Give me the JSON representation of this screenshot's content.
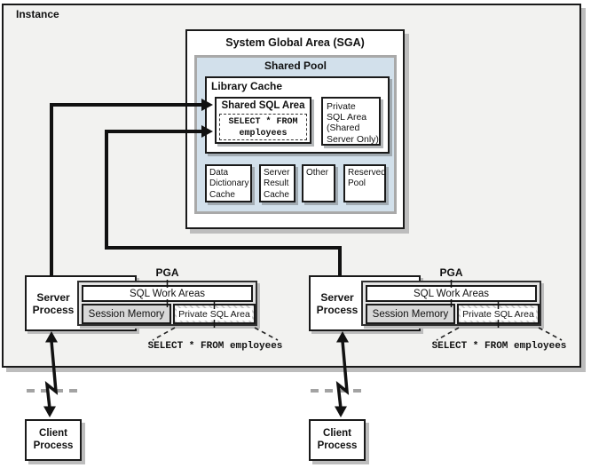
{
  "instance_label": "Instance",
  "sga": {
    "title": "System Global Area (SGA)",
    "shared_pool": {
      "title": "Shared Pool",
      "library_cache": {
        "title": "Library Cache",
        "shared_sql_area": {
          "title": "Shared SQL Area",
          "query_line1": "SELECT * FROM",
          "query_line2": "employees"
        },
        "private_sql_area": {
          "lines": [
            "Private",
            "SQL Area",
            "(Shared",
            "Server Only)"
          ]
        }
      },
      "boxes": [
        {
          "lines": [
            "Data",
            "Dictionary",
            "Cache"
          ]
        },
        {
          "lines": [
            "Server",
            "Result",
            "Cache"
          ]
        },
        {
          "lines": [
            "Other"
          ]
        },
        {
          "lines": [
            "Reserved",
            "Pool"
          ]
        }
      ]
    }
  },
  "sessions": [
    {
      "server_process": {
        "line1": "Server",
        "line2": "Process"
      },
      "pga": {
        "label": "PGA",
        "sql_work_areas": "SQL Work Areas",
        "session_memory": "Session Memory",
        "private_sql_area": "Private SQL Area"
      },
      "query": "SELECT * FROM employees",
      "client_process": {
        "line1": "Client",
        "line2": "Process"
      }
    },
    {
      "server_process": {
        "line1": "Server",
        "line2": "Process"
      },
      "pga": {
        "label": "PGA",
        "sql_work_areas": "SQL Work Areas",
        "session_memory": "Session Memory",
        "private_sql_area": "Private SQL Area"
      },
      "query": "SELECT * FROM employees",
      "client_process": {
        "line1": "Client",
        "line2": "Process"
      }
    }
  ],
  "colors": {
    "box_border": "#1a1a1a",
    "instance_fill": "#f2f2f0",
    "shared_pool_fill": "#d2e0eb",
    "shared_pool_frame": "#a9a9a9",
    "drop_shadow": "#bdbdbd",
    "pga_fill": "#e4e4e4",
    "session_memory_fill": "#d8d8d8",
    "hatch_line": "#c4c4c4",
    "connection_dash": "#a3a3a3"
  }
}
